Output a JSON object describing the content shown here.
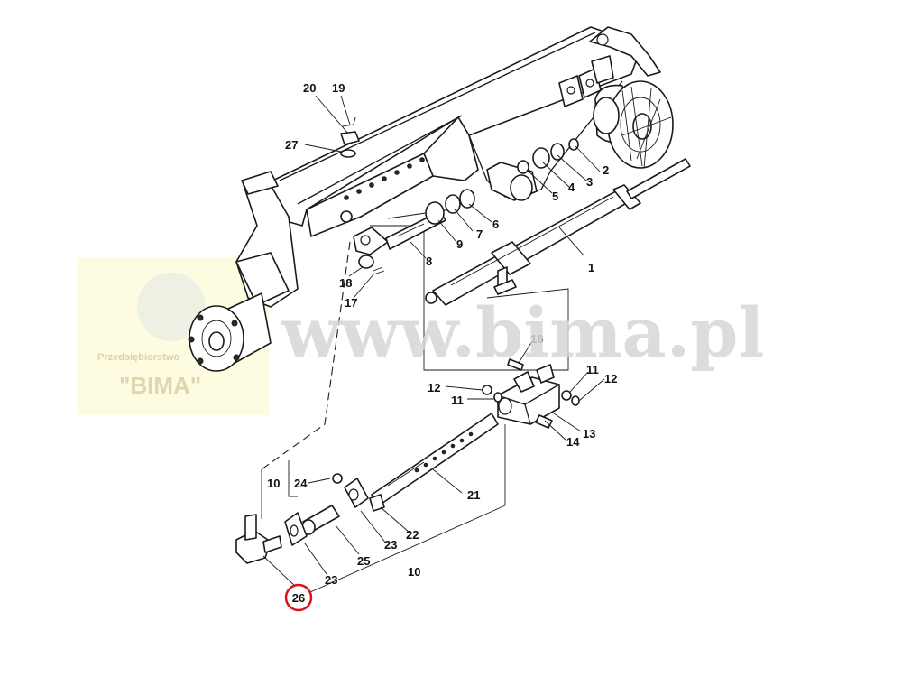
{
  "watermark": {
    "url": "www.bima.pl",
    "company_line": "Przedsiębiorstwo",
    "brand": "\"BIMA\"",
    "colors": {
      "badge_bg": "#fdfbe0",
      "text": "#d6d6d6"
    }
  },
  "callouts": {
    "c1": "1",
    "c2": "2",
    "c3": "3",
    "c4": "4",
    "c5": "5",
    "c6": "6",
    "c7": "7",
    "c8": "8",
    "c9": "9",
    "c10a": "10",
    "c10b": "10",
    "c11a": "11",
    "c11b": "11",
    "c12a": "12",
    "c12b": "12",
    "c13": "13",
    "c14": "14",
    "c16": "16",
    "c17": "17",
    "c18": "18",
    "c19": "19",
    "c20": "20",
    "c21": "21",
    "c22": "22",
    "c23a": "23",
    "c23b": "23",
    "c24": "24",
    "c25": "25",
    "c26": "26",
    "c27": "27"
  },
  "highlight": {
    "callout": "26",
    "color": "#e0101a"
  }
}
